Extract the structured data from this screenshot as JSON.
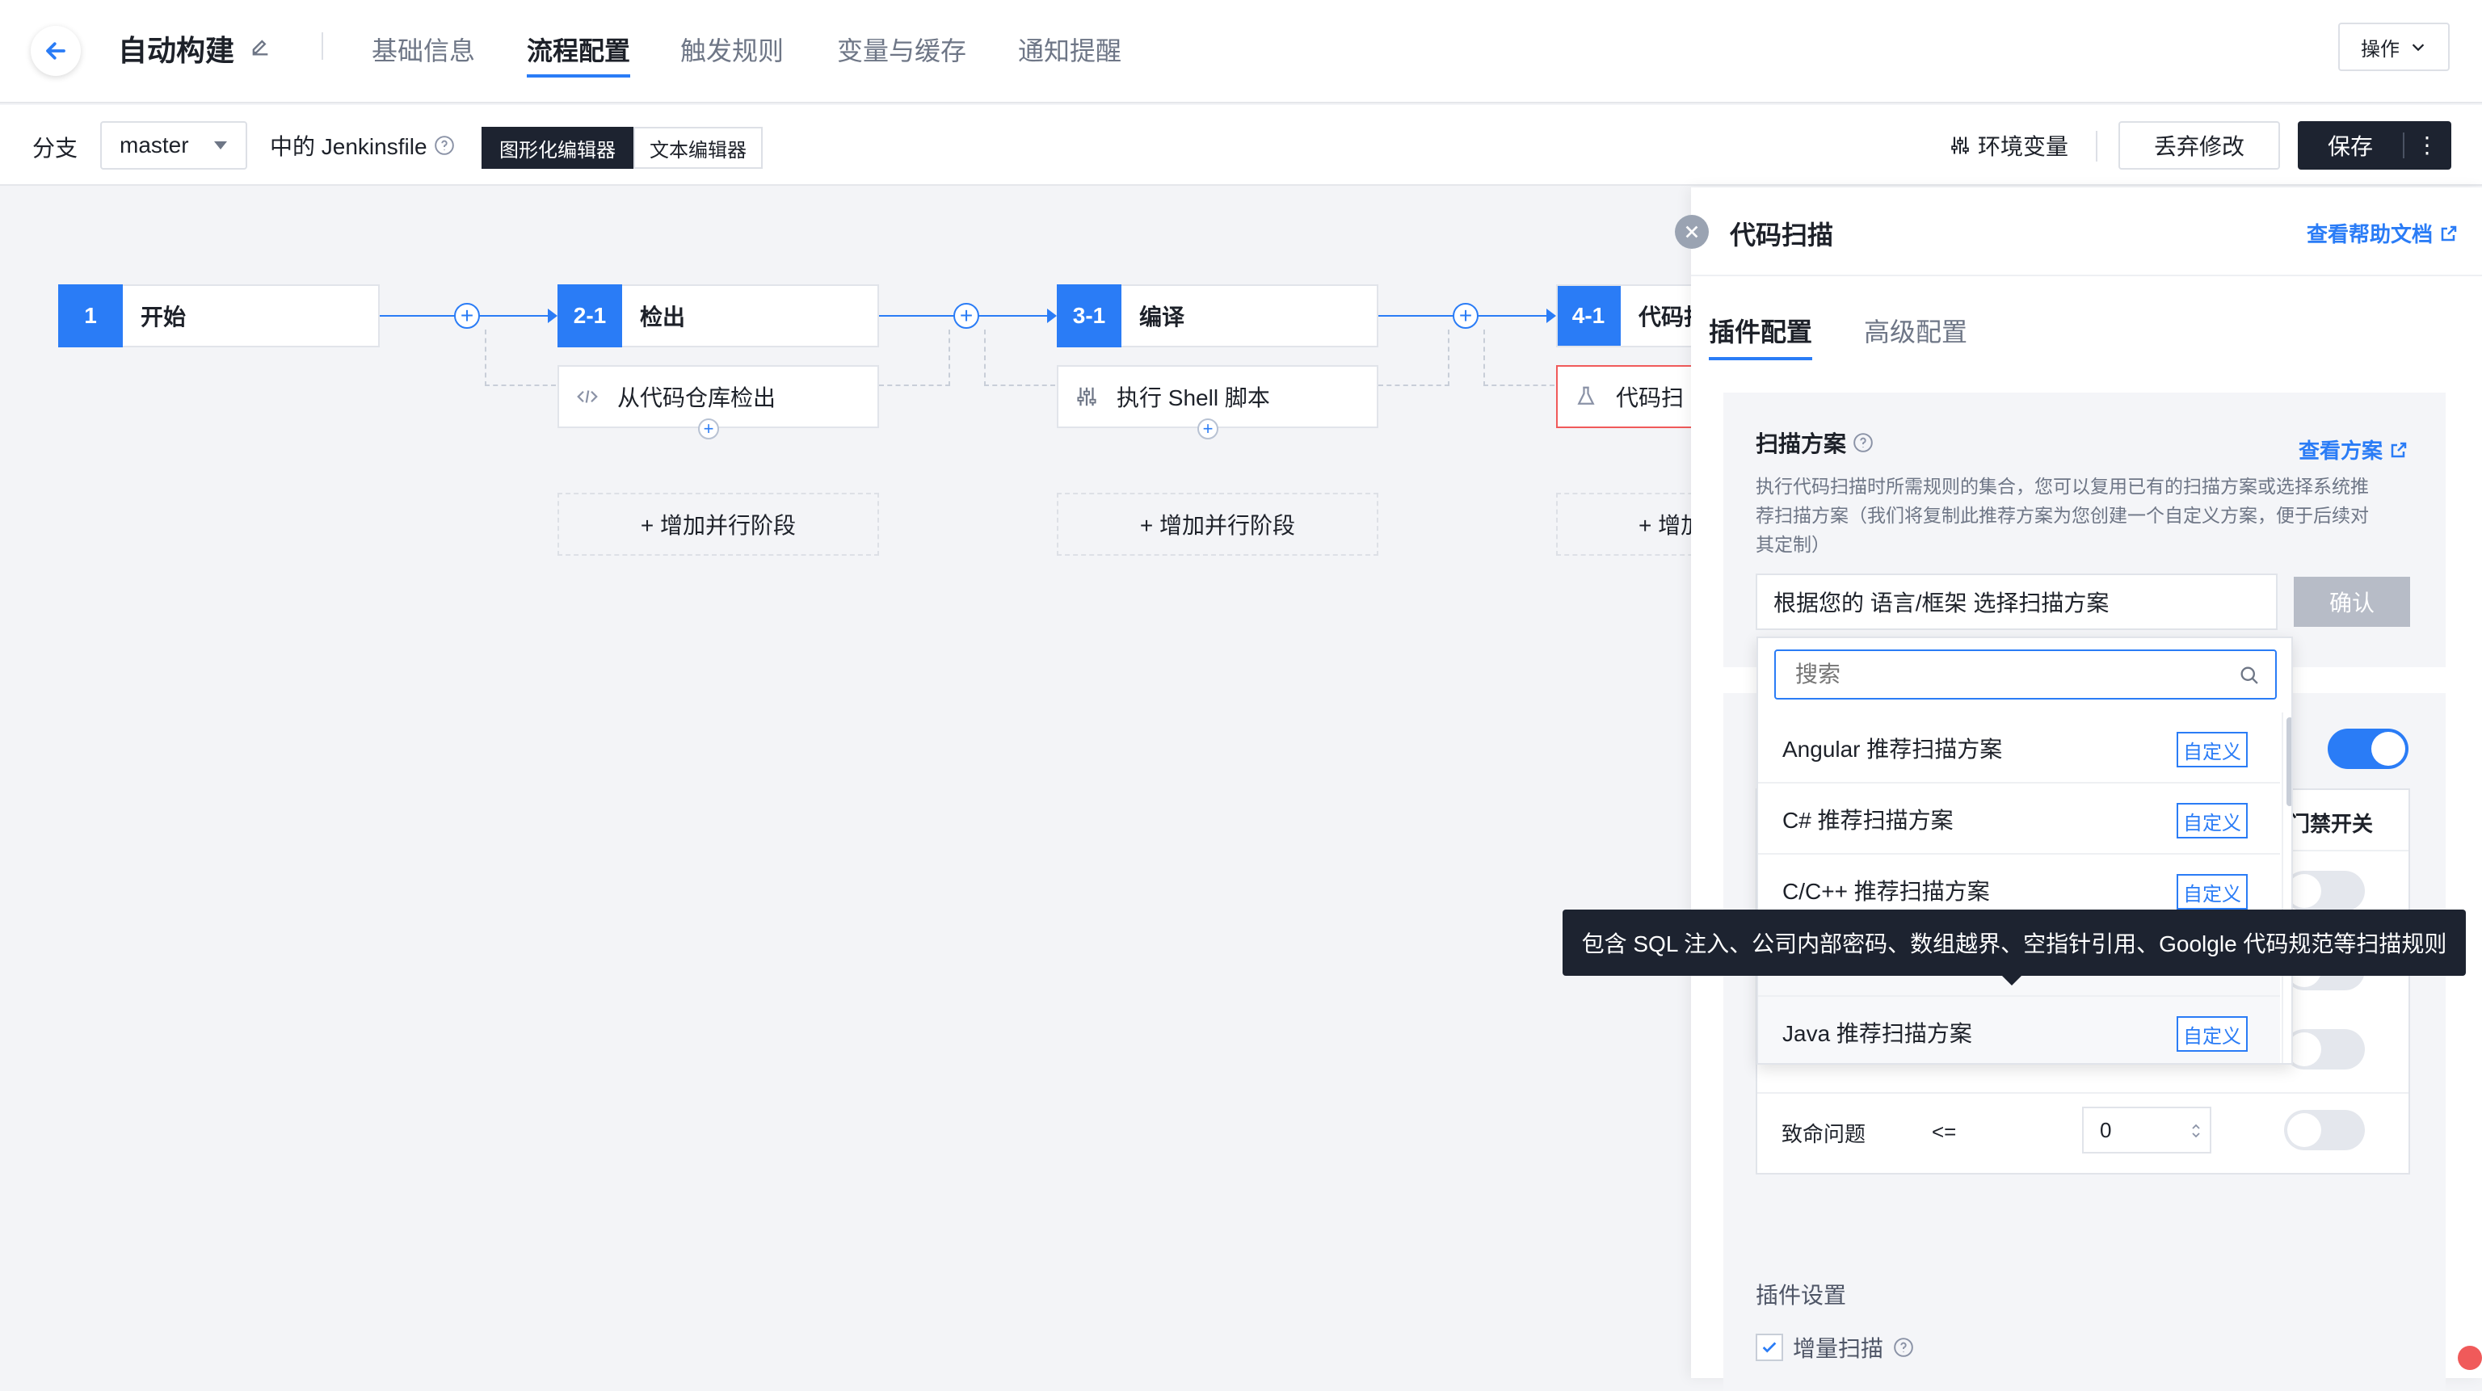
{
  "header": {
    "title": "自动构建",
    "tabs": [
      {
        "label": "基础信息",
        "active": false
      },
      {
        "label": "流程配置",
        "active": true
      },
      {
        "label": "触发规则",
        "active": false
      },
      {
        "label": "变量与缓存",
        "active": false
      },
      {
        "label": "通知提醒",
        "active": false
      }
    ],
    "ops_label": "操作"
  },
  "toolbar": {
    "branch_label": "分支",
    "branch_value": "master",
    "jenkinsfile_label": "中的 Jenkinsfile",
    "editor_graphic": "图形化编辑器",
    "editor_text": "文本编辑器",
    "env_vars": "环境变量",
    "discard": "丢弃修改",
    "save": "保存"
  },
  "pipeline": {
    "stages": [
      {
        "num": "1",
        "name": "开始"
      },
      {
        "num": "2-1",
        "name": "检出",
        "task": "从代码仓库检出"
      },
      {
        "num": "3-1",
        "name": "编译",
        "task": "执行 Shell 脚本"
      },
      {
        "num": "4-1",
        "name": "代码扫",
        "task": "代码扫"
      }
    ],
    "add_parallel": "+ 增加并行阶段",
    "add_parallel_partial": "+ 增加"
  },
  "drawer": {
    "title": "代码扫描",
    "help_link": "查看帮助文档",
    "tabs": [
      "插件配置",
      "高级配置"
    ],
    "scheme": {
      "label": "扫描方案",
      "view_link": "查看方案",
      "description": [
        "执行代码扫描时所需规则的集合，您可以复用已有的扫描方案或选择系统推",
        "荐扫描方案（我们将复制此推荐方案为您创建一个自定义方案，便于后续对",
        "其定制）"
      ],
      "select_value": "根据您的 语言/框架 选择扫描方案",
      "confirm": "确认"
    },
    "gate": {
      "header_switch": "门禁开关",
      "fatal_label": "致命问题",
      "operator": "<=",
      "fatal_value": "0"
    },
    "plugin_settings": {
      "label": "插件设置",
      "incremental": "增量扫描"
    }
  },
  "dropdown": {
    "search_placeholder": "搜索",
    "options": [
      {
        "label": "Angular 推荐扫描方案",
        "tag": "自定义"
      },
      {
        "label": "C# 推荐扫描方案",
        "tag": "自定义"
      },
      {
        "label": "C/C++ 推荐扫描方案",
        "tag": "自定义"
      },
      {
        "label": "Java 推荐扫描方案",
        "tag": "自定义"
      }
    ]
  },
  "tooltip": "包含 SQL 注入、公司内部密码、数组越界、空指针引用、Goolgle 代码规范等扫描规则",
  "colors": {
    "accent": "#2a7cf6",
    "dark": "#1d2330"
  }
}
